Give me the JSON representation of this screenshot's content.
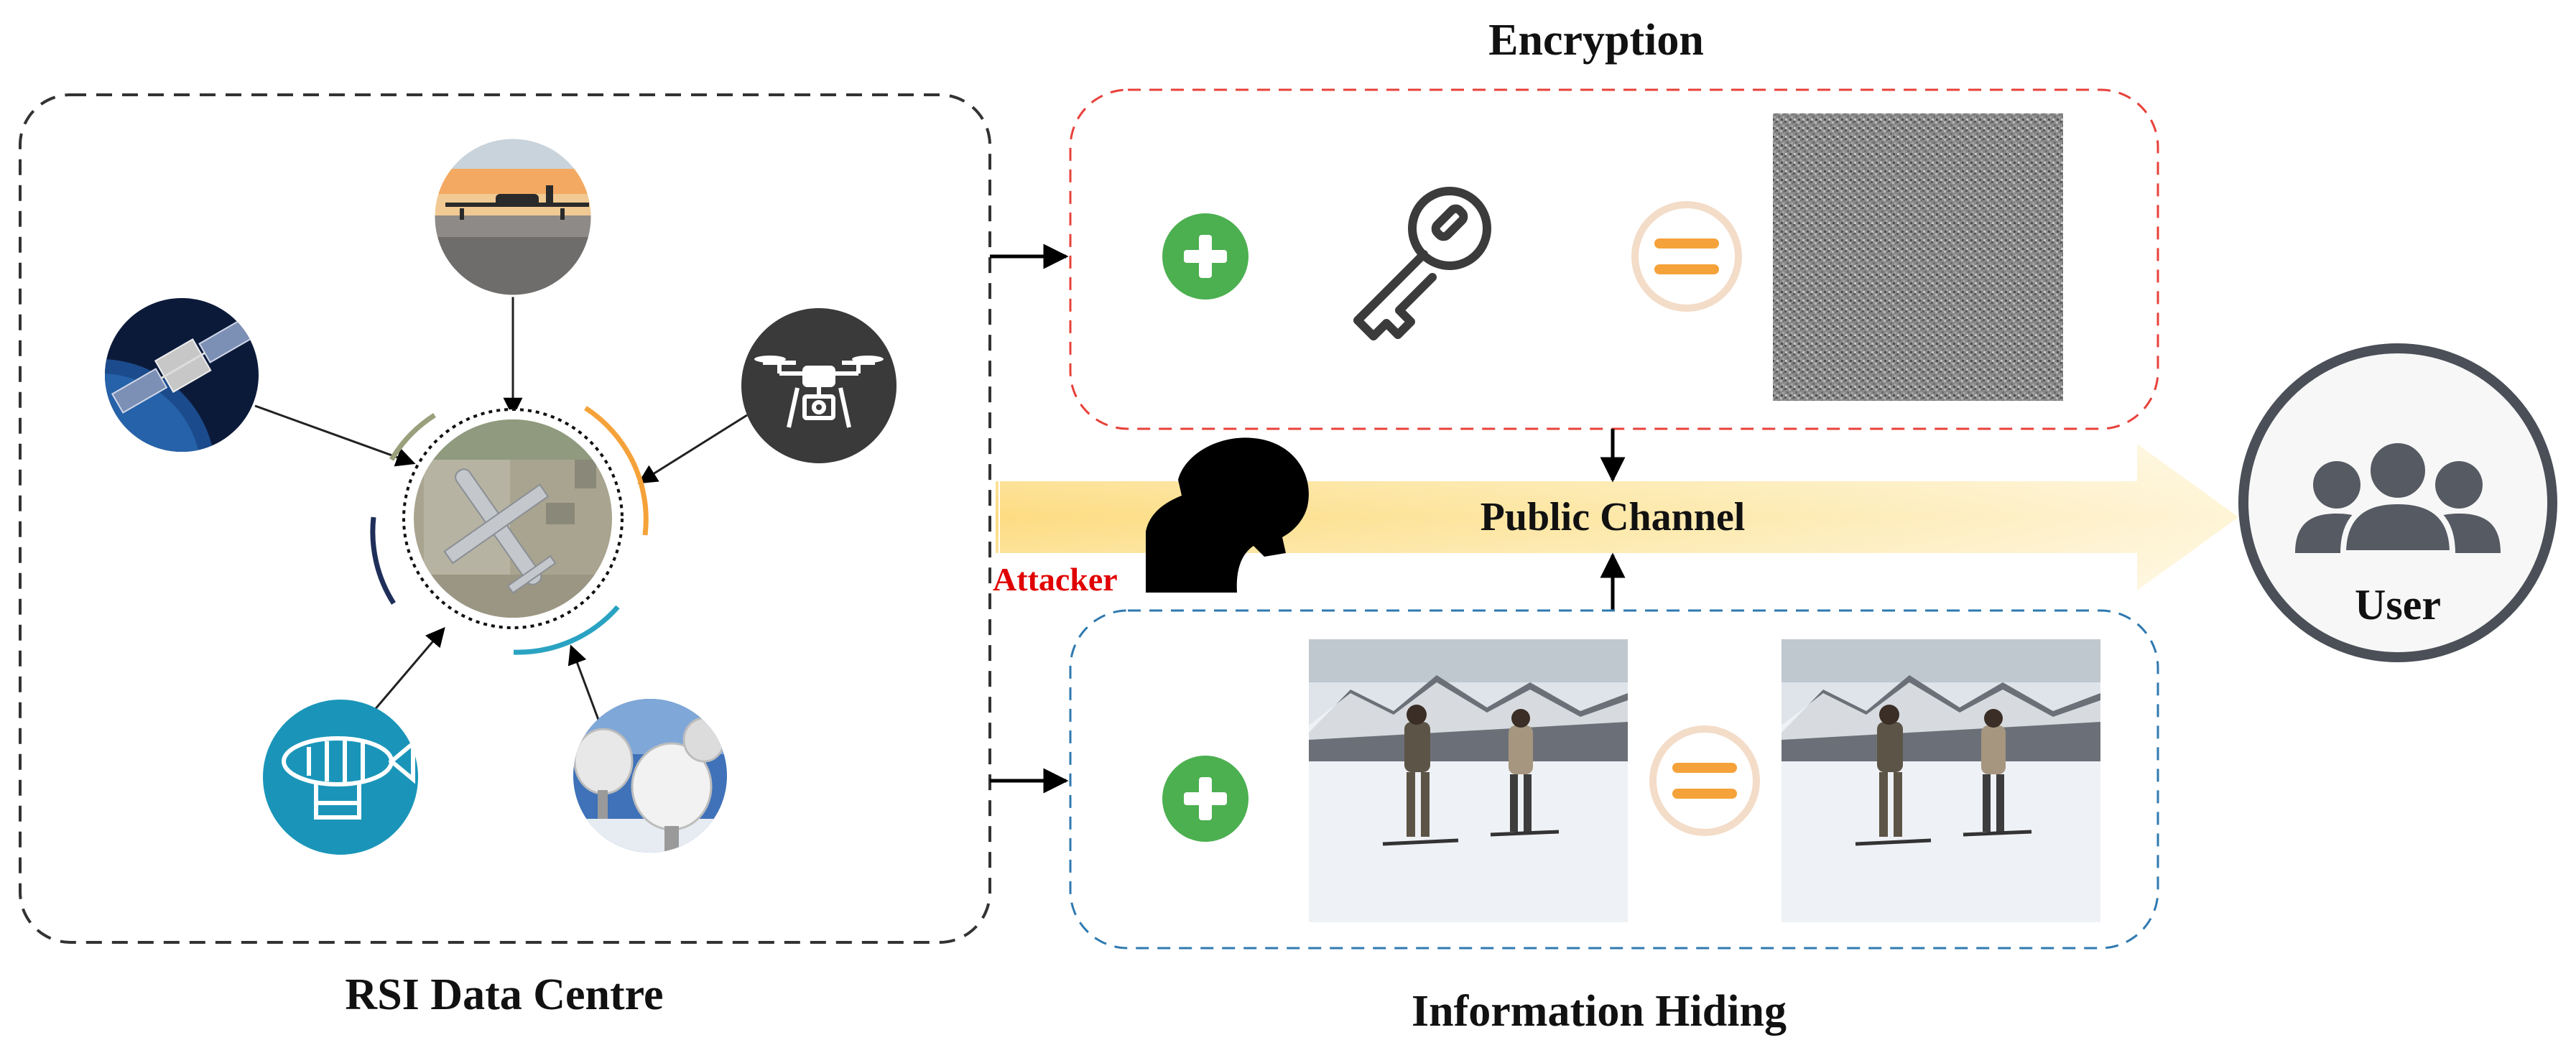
{
  "labels": {
    "title_encryption": "Encryption",
    "public_channel": "Public Channel",
    "attacker": "Attacker",
    "user": "User",
    "rsi_data_centre": "RSI Data Centre",
    "information_hiding": "Information Hiding"
  },
  "colors": {
    "encryption_border": "#e8413a",
    "hiding_border": "#2f79b0",
    "centre_border": "#333333",
    "attacker_text": "#e00000",
    "plus_green": "#4caf50",
    "equals_orange": "#f5a23a",
    "equals_ring": "#f3dcc8",
    "channel_yellow": "#fde8a8",
    "user_icon": "#555a63",
    "drone_bg": "#3a3a3a",
    "airship_bg": "#1a95b9"
  },
  "icons": {
    "satellite": "satellite-icon",
    "airplane": "airplane-photo-icon",
    "drone": "drone-icon",
    "airship": "airship-icon",
    "radar": "radar-dish-icon",
    "aerial": "aerial-airplane-icon",
    "key": "key-icon",
    "plus": "plus-icon",
    "equals": "equals-icon",
    "attacker": "attacker-silhouette-icon",
    "user": "user-group-icon"
  }
}
